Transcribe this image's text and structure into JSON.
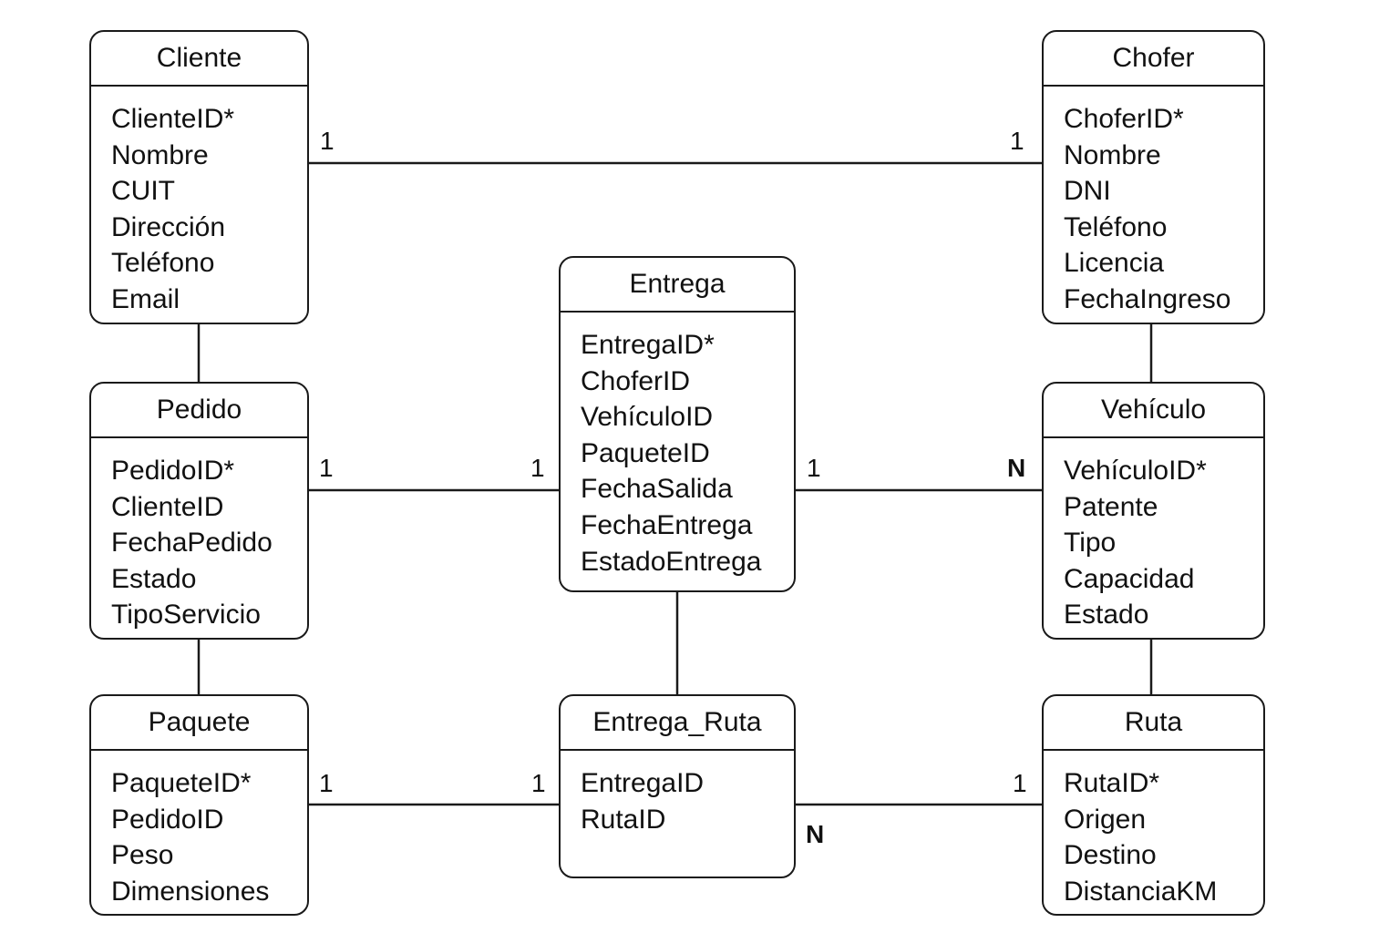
{
  "entities": {
    "cliente": {
      "title": "Cliente",
      "attributes": [
        "ClienteID*",
        "Nombre",
        "CUIT",
        "Dirección",
        "Teléfono",
        "Email"
      ]
    },
    "chofer": {
      "title": "Chofer",
      "attributes": [
        "ChoferID*",
        "Nombre",
        "DNI",
        "Teléfono",
        "Licencia",
        "FechaIngreso"
      ]
    },
    "entrega": {
      "title": "Entrega",
      "attributes": [
        "EntregaID*",
        "ChoferID",
        "VehículoID",
        "PaqueteID",
        "FechaSalida",
        "FechaEntrega",
        "EstadoEntrega"
      ]
    },
    "pedido": {
      "title": "Pedido",
      "attributes": [
        "PedidoID*",
        "ClienteID",
        "FechaPedido",
        "Estado",
        "TipoServicio"
      ]
    },
    "vehiculo": {
      "title": "Vehículo",
      "attributes": [
        "VehículoID*",
        "Patente",
        "Tipo",
        "Capacidad",
        "Estado"
      ]
    },
    "paquete": {
      "title": "Paquete",
      "attributes": [
        "PaqueteID*",
        "PedidoID",
        "Peso",
        "Dimensiones"
      ]
    },
    "entrega_ruta": {
      "title": "Entrega_Ruta",
      "attributes": [
        "EntregaID",
        "RutaID"
      ]
    },
    "ruta": {
      "title": "Ruta",
      "attributes": [
        "RutaID*",
        "Origen",
        "Destino",
        "DistanciaKM"
      ]
    }
  },
  "relationships": [
    {
      "from": "cliente",
      "to": "chofer",
      "from_card": "1",
      "to_card": "1"
    },
    {
      "from": "pedido",
      "to": "entrega",
      "from_card": "1",
      "to_card": "1"
    },
    {
      "from": "entrega",
      "to": "vehiculo",
      "from_card": "1",
      "to_card": "N"
    },
    {
      "from": "paquete",
      "to": "entrega_ruta",
      "from_card": "1",
      "to_card": "1"
    },
    {
      "from": "entrega_ruta",
      "to": "ruta",
      "from_card": "N",
      "to_card": "1"
    },
    {
      "from": "cliente",
      "to": "pedido",
      "from_card": "",
      "to_card": ""
    },
    {
      "from": "pedido",
      "to": "paquete",
      "from_card": "",
      "to_card": ""
    },
    {
      "from": "chofer",
      "to": "vehiculo",
      "from_card": "",
      "to_card": ""
    },
    {
      "from": "vehiculo",
      "to": "ruta",
      "from_card": "",
      "to_card": ""
    },
    {
      "from": "entrega",
      "to": "entrega_ruta",
      "from_card": "",
      "to_card": ""
    }
  ],
  "colors": {
    "stroke": "#1a1a1a",
    "background": "#ffffff",
    "text": "#111111"
  }
}
